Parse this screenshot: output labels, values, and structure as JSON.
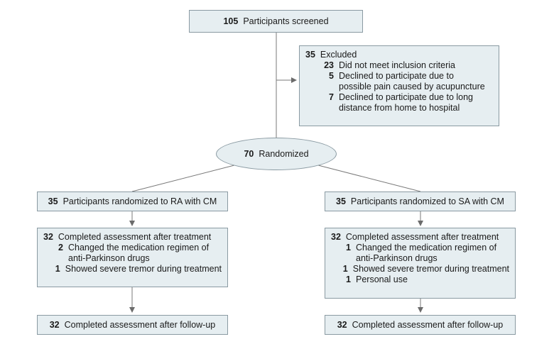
{
  "screened": {
    "n": "105",
    "text": "Participants screened"
  },
  "excluded": {
    "n": "35",
    "text": "Excluded",
    "reasons": [
      {
        "n": "23",
        "lines": [
          "Did not meet inclusion criteria"
        ]
      },
      {
        "n": "5",
        "lines": [
          "Declined to participate due to",
          "possible pain caused by acupuncture"
        ]
      },
      {
        "n": "7",
        "lines": [
          "Declined to participate due to long",
          "distance from home to hospital"
        ]
      }
    ]
  },
  "randomized": {
    "n": "70",
    "text": "Randomized"
  },
  "left": {
    "randomized": {
      "n": "35",
      "text": "Participants randomized to RA with CM"
    },
    "after_treatment": {
      "n": "32",
      "text": "Completed assessment after treatment",
      "reasons": [
        {
          "n": "2",
          "lines": [
            "Changed the medication regimen of",
            "anti-Parkinson drugs"
          ]
        },
        {
          "n": "1",
          "lines": [
            "Showed severe tremor during treatment"
          ]
        }
      ]
    },
    "followup": {
      "n": "32",
      "text": "Completed assessment after follow-up"
    }
  },
  "right": {
    "randomized": {
      "n": "35",
      "text": "Participants randomized to SA with CM"
    },
    "after_treatment": {
      "n": "32",
      "text": "Completed assessment after treatment",
      "reasons": [
        {
          "n": "1",
          "lines": [
            "Changed the medication regimen of",
            "anti-Parkinson drugs"
          ]
        },
        {
          "n": "1",
          "lines": [
            "Showed severe tremor during treatment"
          ]
        },
        {
          "n": "1",
          "lines": [
            "Personal use"
          ]
        }
      ]
    },
    "followup": {
      "n": "32",
      "text": "Completed assessment after follow-up"
    }
  }
}
